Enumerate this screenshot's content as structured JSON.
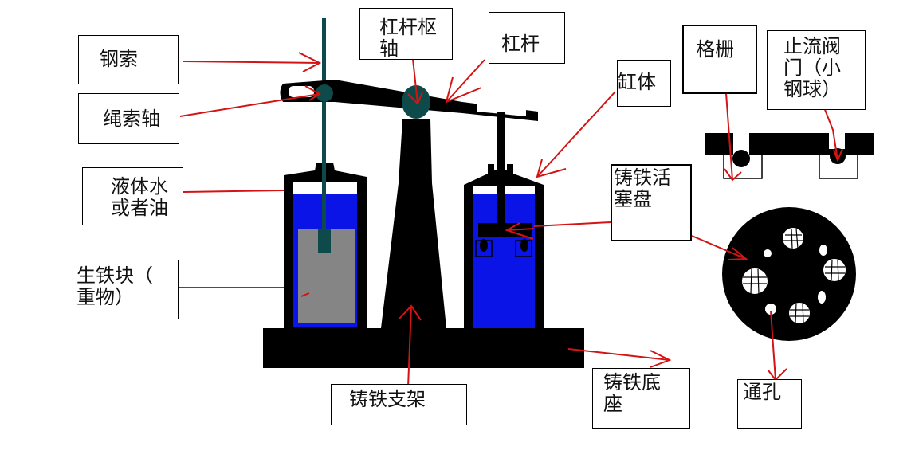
{
  "diagram": {
    "title": "",
    "colors": {
      "metal": "#000000",
      "rope": "#0e4a4a",
      "liquid": "#0a14e6",
      "iron_block": "#858585",
      "arrow": "#d41414",
      "background": "#ffffff"
    },
    "labels": {
      "steel_cable": [
        "钢索"
      ],
      "rope_axle": [
        "绳索轴"
      ],
      "liquid": [
        "液体水",
        "或者油"
      ],
      "iron_block": [
        "生铁块（",
        "重物）"
      ],
      "lever_pivot": [
        "杠杆枢",
        "轴"
      ],
      "lever": [
        "杠杆"
      ],
      "cylinder": [
        "缸体"
      ],
      "grille": [
        "格栅"
      ],
      "check_valve": [
        "止流阀",
        "门（小",
        "钢球）"
      ],
      "piston_disc": [
        "铸铁活",
        "塞盘"
      ],
      "bracket": [
        "铸铁支架"
      ],
      "base": [
        "铸铁底",
        "座"
      ],
      "through_hole": [
        "通孔"
      ]
    }
  }
}
